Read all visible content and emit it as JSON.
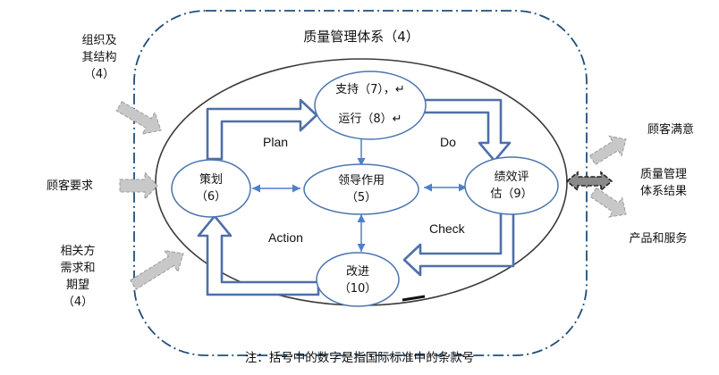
{
  "title": "质量管理体系（4）",
  "nodes": {
    "support": [
      "支持（7），↵",
      "运行（8）↵"
    ],
    "planning": [
      "策划",
      "（6）"
    ],
    "leadership": [
      "领导作用",
      "（5）"
    ],
    "evaluation": [
      "绩效评",
      "估（9）"
    ],
    "improvement": [
      "改进",
      "（10）"
    ]
  },
  "cycle": {
    "plan": "Plan",
    "do": "Do",
    "check": "Check",
    "action": "Action"
  },
  "inputs": {
    "organization": [
      "组织及",
      "其结构",
      "（4）"
    ],
    "customer_requirements": [
      "顾客要求"
    ],
    "stakeholders": [
      "相关方",
      "需求和",
      "期望",
      "（4）"
    ]
  },
  "outputs": {
    "satisfaction": [
      "顾客满意"
    ],
    "qms_results": [
      "质量管理",
      "体系结果"
    ],
    "products_services": [
      "产品和服务"
    ]
  },
  "footnote": "注：括号中的数字是指国际标准中的条款号",
  "colors": {
    "frame": "#1f4e79",
    "arrow": "#4f6fa8",
    "dashed_arrow": "#a8a8a8",
    "node_stroke": "#4a74b0",
    "thin_arrow": "#4f7fc9"
  }
}
